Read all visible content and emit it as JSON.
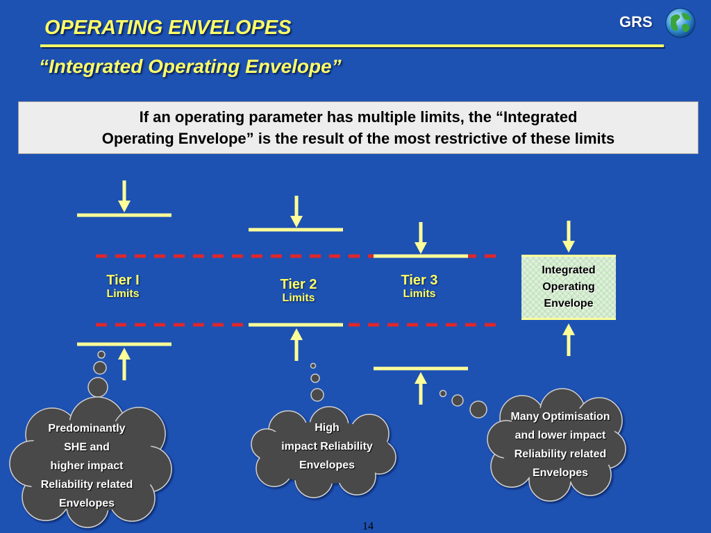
{
  "header": {
    "title": "OPERATING ENVELOPES",
    "subtitle": "“Integrated Operating Envelope”",
    "brand": "GRS",
    "logo_icon": "globe-icon"
  },
  "definition": {
    "line1": "If an operating parameter has multiple limits, the “Integrated",
    "line2": "Operating Envelope” is the result of the most restrictive of these limits"
  },
  "tiers": [
    {
      "title": "Tier I",
      "subtitle": "Limits"
    },
    {
      "title": "Tier 2",
      "subtitle": "Limits"
    },
    {
      "title": "Tier 3",
      "subtitle": "Limits"
    }
  ],
  "integrated_envelope": {
    "line1": "Integrated",
    "line2": "Operating",
    "line3": "Envelope"
  },
  "clouds": [
    {
      "lines": [
        "Predominantly",
        "SHE and",
        "higher impact",
        "Reliability related",
        "Envelopes"
      ]
    },
    {
      "lines": [
        "High",
        "impact Reliability",
        "Envelopes"
      ]
    },
    {
      "lines": [
        "Many Optimisation",
        "and lower impact",
        "Reliability related",
        "Envelopes"
      ]
    }
  ],
  "colors": {
    "background": "#1d52b3",
    "title": "#ffff66",
    "limit_bar": "#ffff99",
    "dashed_line": "#e0262a",
    "cloud_fill": "#4a4a4a"
  },
  "page_number": "14"
}
